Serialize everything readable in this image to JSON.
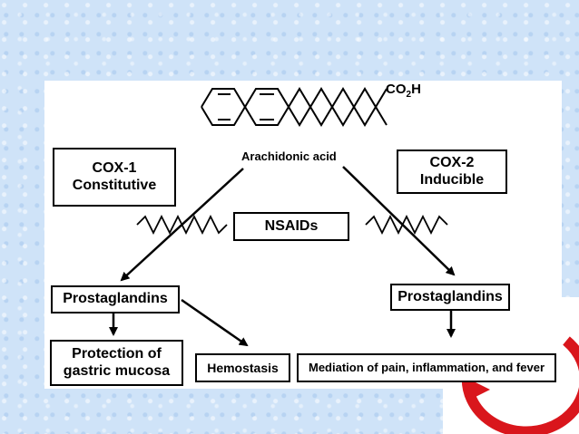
{
  "diagram": {
    "formula_label": "CO",
    "formula_subscript": "2",
    "formula_suffix": "H",
    "substrate_label": "Arachidonic acid",
    "cox1": {
      "line1": "COX-1",
      "line2": "Constitutive"
    },
    "cox2": {
      "line1": "COX-2",
      "line2": "Inducible"
    },
    "inhibitor_label": "NSAIDs",
    "left_product": "Prostaglandins",
    "right_product": "Prostaglandins",
    "protection": {
      "line1": "Protection of",
      "line2": "gastric mucosa"
    },
    "hemostasis": "Hemostasis",
    "mediation": "Mediation of pain, inflammation, and fever"
  },
  "colors": {
    "background": "#cfe3f8",
    "panel": "#ffffff",
    "ink": "#000000",
    "logo_red": "#d9161c"
  }
}
